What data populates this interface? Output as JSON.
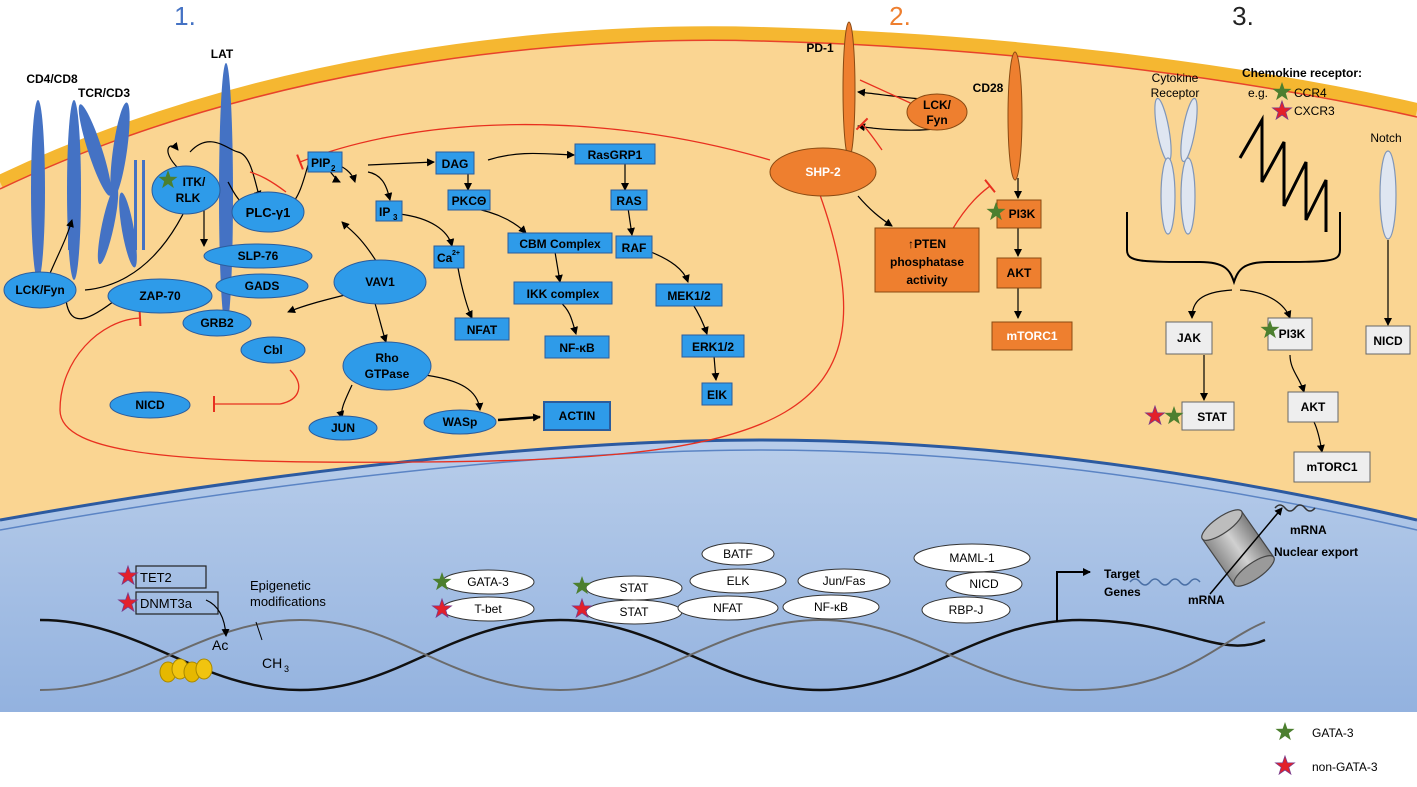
{
  "sections": [
    "1.",
    "2.",
    "3."
  ],
  "receptors": {
    "cd4_cd8": "CD4/CD8",
    "tcr_cd3": "TCR/CD3",
    "lat": "LAT",
    "pd1": "PD-1",
    "cd28": "CD28",
    "cytokine": [
      "Cytokine",
      "Receptor"
    ],
    "chemokine": "Chemokine receptor:",
    "chemokine_eg": "e.g.",
    "ccr4": "CCR4",
    "cxcr3": "CXCR3",
    "notch": "Notch"
  },
  "tcr_nodes": {
    "lck_fyn": "LCK/Fyn",
    "itk": "ITK/",
    "rlk": "RLK",
    "plc": "PLC-γ1",
    "slp76": "SLP-76",
    "gads": "GADS",
    "zap70": "ZAP-70",
    "grb2": "GRB2",
    "vav1": "VAV1",
    "cbl": "Cbl",
    "rho": "Rho",
    "gtpase": "GTPase",
    "nicd": "NICD",
    "jun": "JUN",
    "wasp": "WASp",
    "actin": "ACTIN",
    "pip2": "PIP",
    "pip2_sub": "2",
    "ip3": "IP",
    "ip3_sub": "3",
    "ca": "Ca",
    "ca_sup": "2+",
    "nfat": "NFAT",
    "dag": "DAG",
    "pkc": "PKCΘ",
    "cbm": "CBM  Complex",
    "ikk": "IKK complex",
    "nfkb": "NF-κB",
    "rasgrp1": "RasGRP1",
    "ras": "RAS",
    "raf": "RAF",
    "mek": "MEK1/2",
    "erk": "ERK1/2",
    "elk": "ElK"
  },
  "pd1_nodes": {
    "lck": "LCK/",
    "fyn": "Fyn",
    "shp2": "SHP-2",
    "pten_arrow": "↑PTEN",
    "pten_line2": "phosphatase",
    "pten_line3": "activity",
    "pi3k": "PI3K",
    "akt": "AKT",
    "mtorc1": "mTORC1"
  },
  "cyto_nodes": {
    "jak": "JAK",
    "pi3k": "PI3K",
    "nicd": "NICD",
    "stat": "STAT",
    "akt": "AKT",
    "mtorc1": "mTORC1"
  },
  "nucleus": {
    "tet2": "TET2",
    "dnmt3a": "DNMT3a",
    "epigenetic": [
      "Epigenetic",
      "modifications"
    ],
    "ac": "Ac",
    "ch3": "CH",
    "ch3_sub": "3",
    "gata3": "GATA-3",
    "tbet": "T-bet",
    "stat1": "STAT",
    "stat2": "STAT",
    "batf": "BATF",
    "elk": "ELK",
    "nfat": "NFAT",
    "junfas": "Jun/Fas",
    "nfkb": "NF-κB",
    "maml1": "MAML-1",
    "nicd": "NICD",
    "rbpj": "RBP-J",
    "target": [
      "Target",
      "Genes"
    ],
    "mrna_left": "mRNA",
    "mrna_top": "mRNA",
    "export": "Nuclear export"
  },
  "legend": {
    "gata3": "GATA-3",
    "non_gata3": "non-GATA-3"
  },
  "colors": {
    "cytoplasm": "#fad592",
    "membrane": "#f5b731",
    "membrane_line": "#e8432b",
    "node_blue": "#2e9be9",
    "node_orange": "#ee7f2f",
    "receptor_blue": "#4472c4",
    "nucleus": "#a6c0e6",
    "inhibit_red": "#e8301f",
    "star_green": "#4c7f2f",
    "star_red": "#e3202a",
    "section1": "#4472c4",
    "section2": "#ee7f2f"
  }
}
